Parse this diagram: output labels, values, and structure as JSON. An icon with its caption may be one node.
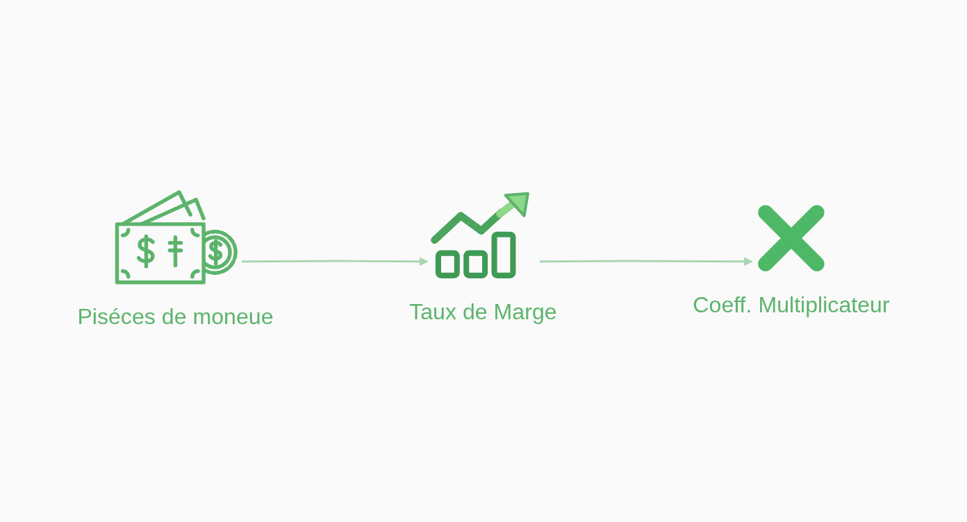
{
  "diagram": {
    "nodes": [
      {
        "text": [
          "Piséces de moneue"
        ]
      },
      {
        "text": [
          "Taux de Marge"
        ]
      },
      {
        "text": [
          "Coeff. Multiplicateur"
        ]
      }
    ],
    "edges": [
      {
        "from": 0,
        "to": 1,
        "arrow": "to"
      },
      {
        "from": 1,
        "to": 2,
        "arrow": "to"
      }
    ]
  }
}
